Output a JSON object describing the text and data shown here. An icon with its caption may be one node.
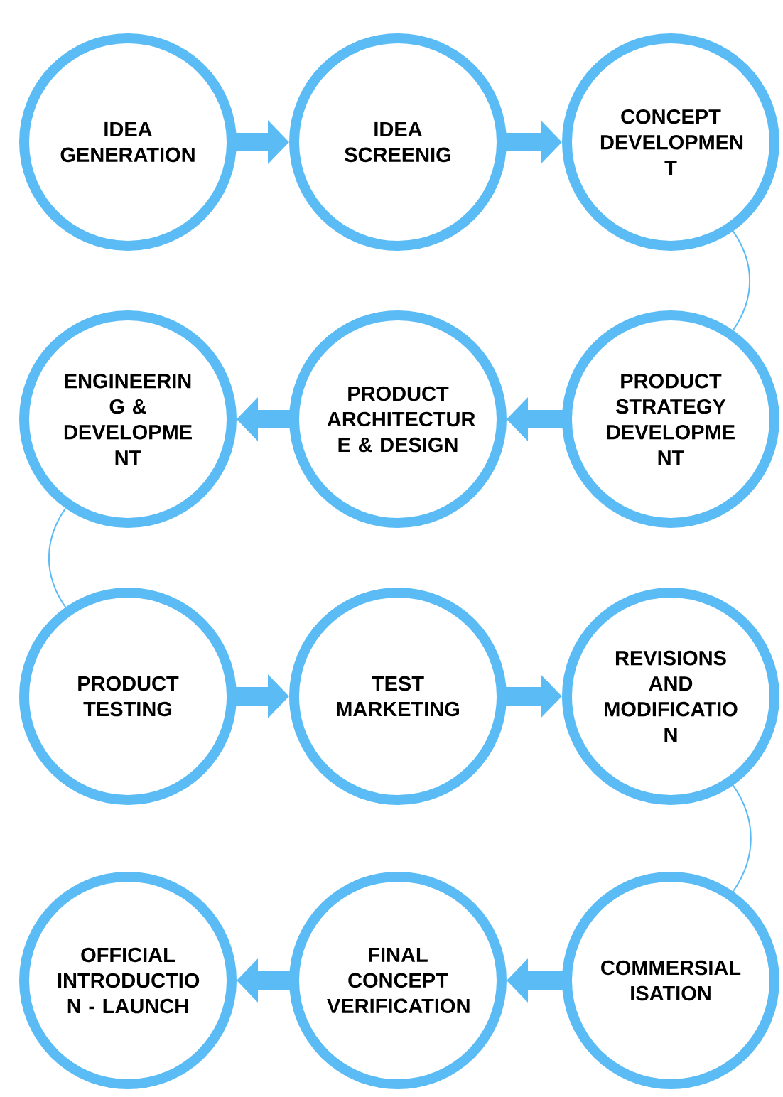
{
  "diagram": {
    "nodes": [
      {
        "text": [
          "IDEA GENERATION"
        ]
      },
      {
        "text": [
          "IDEA SCREENIG"
        ]
      },
      {
        "text": [
          "CONCEPT DEVELOPMEN T"
        ]
      },
      {
        "text": [
          "ENGINEERIN G & DEVELOPME NT"
        ]
      },
      {
        "text": [
          "PRODUCT ARCHITECTUR E & DESIGN"
        ]
      },
      {
        "text": [
          "PRODUCT STRATEGY DEVELOPME NT"
        ]
      },
      {
        "text": [
          "PRODUCT TESTING"
        ]
      },
      {
        "text": [
          "TEST MARKETING"
        ]
      },
      {
        "text": [
          "REVISIONS AND MODIFICATIO N"
        ]
      },
      {
        "text": [
          "OFFICIAL INTRODUCTIO N - LAUNCH"
        ]
      },
      {
        "text": [
          "FINAL CONCEPT VERIFICATION"
        ]
      },
      {
        "text": [
          "COMMERSIAL ISATION"
        ]
      }
    ],
    "edges": [
      {
        "from": 0,
        "to": 1,
        "arrow": "to"
      },
      {
        "from": 1,
        "to": 2,
        "arrow": "to"
      },
      {
        "from": 2,
        "to": 5,
        "arrow": "none"
      },
      {
        "from": 5,
        "to": 4,
        "arrow": "to"
      },
      {
        "from": 4,
        "to": 3,
        "arrow": "to"
      },
      {
        "from": 3,
        "to": 6,
        "arrow": "none"
      },
      {
        "from": 6,
        "to": 7,
        "arrow": "to"
      },
      {
        "from": 7,
        "to": 8,
        "arrow": "to"
      },
      {
        "from": 8,
        "to": 11,
        "arrow": "none"
      },
      {
        "from": 11,
        "to": 10,
        "arrow": "to"
      },
      {
        "from": 10,
        "to": 9,
        "arrow": "to"
      }
    ]
  }
}
